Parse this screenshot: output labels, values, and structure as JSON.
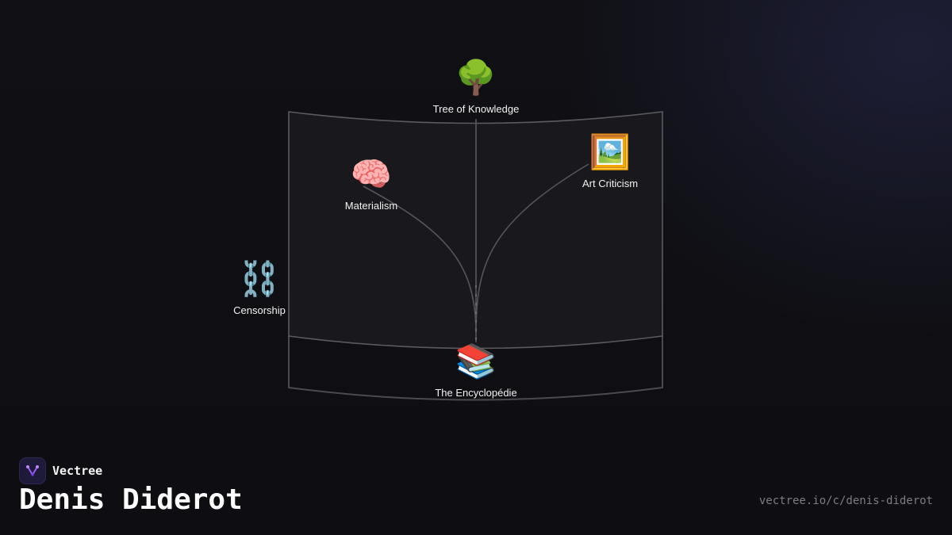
{
  "brand": {
    "name": "Vectree",
    "accent_color": "#9b5cf6"
  },
  "page": {
    "title": "Denis Diderot",
    "url": "vectree.io/c/denis-diderot"
  },
  "nodes": {
    "root": {
      "label": "The Encyclopédie",
      "icon": "books-icon",
      "emoji": "📚"
    },
    "tree": {
      "label": "Tree of Knowledge",
      "icon": "tree-icon",
      "emoji": "🌳"
    },
    "materialism": {
      "label": "Materialism",
      "icon": "brain-icon",
      "emoji": "🧠"
    },
    "art": {
      "label": "Art Criticism",
      "icon": "framed-picture-icon",
      "emoji": "🖼️"
    },
    "censorship": {
      "label": "Censorship",
      "icon": "chains-icon",
      "emoji": "⛓️"
    }
  }
}
